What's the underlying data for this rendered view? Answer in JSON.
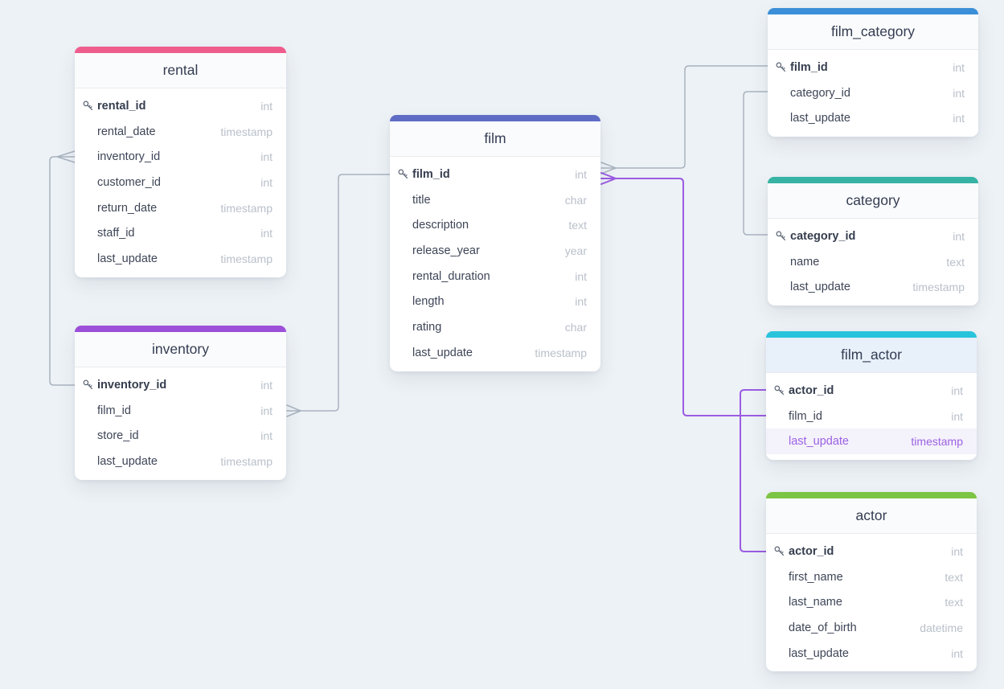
{
  "diagram": {
    "background_color": "#edf2f6",
    "line_color": "#a9b3bf",
    "highlight_line_color": "#9b5ce2"
  },
  "tables": [
    {
      "name": "rental",
      "color": "#ef5d8c",
      "columns": [
        {
          "name": "rental_id",
          "type": "int",
          "pk": true
        },
        {
          "name": "rental_date",
          "type": "timestamp"
        },
        {
          "name": "inventory_id",
          "type": "int"
        },
        {
          "name": "customer_id",
          "type": "int"
        },
        {
          "name": "return_date",
          "type": "timestamp"
        },
        {
          "name": "staff_id",
          "type": "int"
        },
        {
          "name": "last_update",
          "type": "timestamp"
        }
      ]
    },
    {
      "name": "inventory",
      "color": "#9c4fd9",
      "columns": [
        {
          "name": "inventory_id",
          "type": "int",
          "pk": true
        },
        {
          "name": "film_id",
          "type": "int"
        },
        {
          "name": "store_id",
          "type": "int"
        },
        {
          "name": "last_update",
          "type": "timestamp"
        }
      ]
    },
    {
      "name": "film",
      "color": "#5f6cc5",
      "columns": [
        {
          "name": "film_id",
          "type": "int",
          "pk": true
        },
        {
          "name": "title",
          "type": "char"
        },
        {
          "name": "description",
          "type": "text"
        },
        {
          "name": "release_year",
          "type": "year"
        },
        {
          "name": "rental_duration",
          "type": "int"
        },
        {
          "name": "length",
          "type": "int"
        },
        {
          "name": "rating",
          "type": "char"
        },
        {
          "name": "last_update",
          "type": "timestamp"
        }
      ]
    },
    {
      "name": "film_category",
      "color": "#3b8fd8",
      "columns": [
        {
          "name": "film_id",
          "type": "int",
          "pk": true
        },
        {
          "name": "category_id",
          "type": "int"
        },
        {
          "name": "last_update",
          "type": "int"
        }
      ]
    },
    {
      "name": "category",
      "color": "#36b3a4",
      "columns": [
        {
          "name": "category_id",
          "type": "int",
          "pk": true
        },
        {
          "name": "name",
          "type": "text"
        },
        {
          "name": "last_update",
          "type": "timestamp"
        }
      ]
    },
    {
      "name": "film_actor",
      "color": "#2ac3dc",
      "header_tint": "#e8f0fa",
      "columns": [
        {
          "name": "actor_id",
          "type": "int",
          "pk": true
        },
        {
          "name": "film_id",
          "type": "int"
        },
        {
          "name": "last_update",
          "type": "timestamp",
          "highlight": true
        }
      ]
    },
    {
      "name": "actor",
      "color": "#7cc443",
      "columns": [
        {
          "name": "actor_id",
          "type": "int",
          "pk": true
        },
        {
          "name": "first_name",
          "type": "text"
        },
        {
          "name": "last_name",
          "type": "text"
        },
        {
          "name": "date_of_birth",
          "type": "datetime"
        },
        {
          "name": "last_update",
          "type": "int"
        }
      ]
    }
  ],
  "relationships": [
    {
      "from": "rental.inventory_id",
      "to": "inventory.inventory_id",
      "color_role": "line_color"
    },
    {
      "from": "inventory.film_id",
      "to": "film.film_id",
      "color_role": "line_color"
    },
    {
      "from": "film.film_id",
      "to": "film_category.film_id",
      "color_role": "line_color"
    },
    {
      "from": "film_category.category_id",
      "to": "category.category_id",
      "color_role": "line_color"
    },
    {
      "from": "film.film_id",
      "to": "film_actor.film_id",
      "color_role": "highlight_line_color"
    },
    {
      "from": "film_actor.actor_id",
      "to": "actor.actor_id",
      "color_role": "highlight_line_color"
    }
  ]
}
